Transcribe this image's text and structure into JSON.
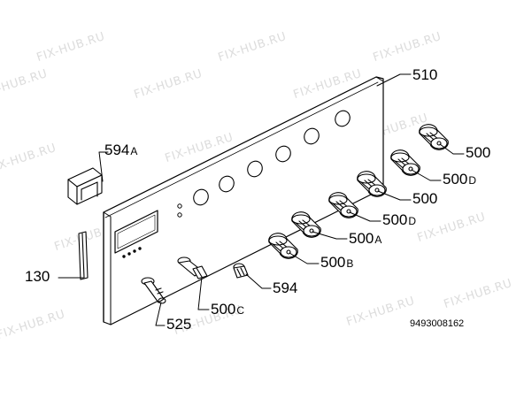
{
  "watermark": "FIX-HUB.RU",
  "doc_number": "9493008162",
  "labels": {
    "panel": "510",
    "clip_num": "594",
    "clip_suf": "A",
    "rod": "130",
    "screw": "525",
    "shaft_num": "500",
    "shaft_suf": "C",
    "small_knob": "594",
    "knob1": "500",
    "knob2_num": "500",
    "knob2_suf": "D",
    "knob3": "500",
    "knob4_num": "500",
    "knob4_suf": "D",
    "knob5_num": "500",
    "knob5_suf": "A",
    "knob6_num": "500",
    "knob6_suf": "B"
  }
}
